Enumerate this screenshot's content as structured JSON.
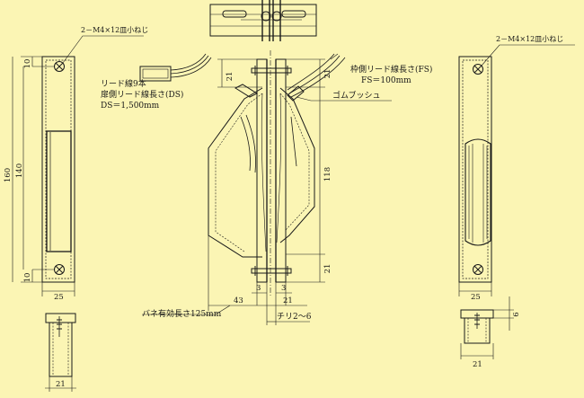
{
  "labels": {
    "screw_left": "2－M4×12皿小ねじ",
    "screw_right": "2－M4×12皿小ねじ",
    "lead_count": "リード線9本",
    "door_lead": "扉側リード線長さ(DS)",
    "ds_value": "DS＝1,500mm",
    "frame_lead": "枠側リード線長さ(FS)",
    "fs_value": "FS＝100mm",
    "rubber_bushing": "ゴムブッシュ",
    "spring_length": "バネ有効長さ125mm",
    "clearance": "チリ2～6"
  },
  "dimensions": {
    "left_total_height": "160",
    "left_pitch": "140",
    "left_top": "10",
    "left_bottom": "10",
    "left_width": "25",
    "left_bottom_width": "21",
    "center_top": "21",
    "center_mid": "118",
    "center_bottom": "21",
    "center_43": "43",
    "center_3a": "3",
    "center_3b": "3",
    "center_21": "21",
    "right_width": "25",
    "right_bottom_width": "21",
    "right_6": "6"
  },
  "colors": {
    "background": "#fbf5b4",
    "line": "#1a1a1a"
  }
}
